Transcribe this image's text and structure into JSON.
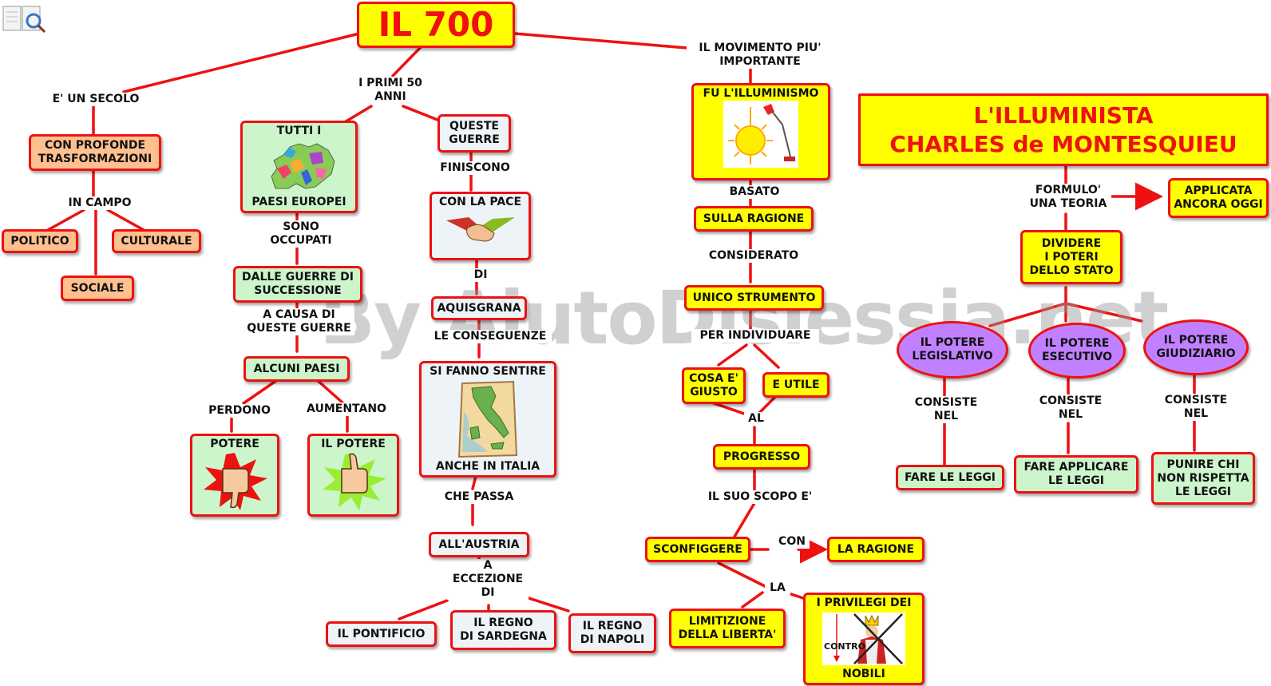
{
  "title": "IL 700",
  "watermark": "By AiutoDislessia.net",
  "links": {
    "secolo": "E' UN SECOLO",
    "primi50": "I PRIMI 50\nANNI",
    "movimento": "IL MOVIMENTO PIU'\nIMPORTANTE",
    "in_campo": "IN CAMPO",
    "sono_occupati": "SONO\nOCCUPATI",
    "a_causa": "A CAUSA DI\nQUESTE GUERRE",
    "perdono": "PERDONO",
    "aumentano": "AUMENTANO",
    "finiscono": "FINISCONO",
    "di": "DI",
    "conseguenze": "LE CONSEGUENZE",
    "che_passa": "CHE PASSA",
    "eccezione": "A\nECCEZIONE\nDI",
    "basato": "BASATO",
    "considerato": "CONSIDERATO",
    "individuare": "PER INDIVIDUARE",
    "al": "AL",
    "scopo": "IL SUO SCOPO E'",
    "con": "CON",
    "la": "LA",
    "formulo": "FORMULO'\nUNA TEORIA",
    "consiste1": "CONSISTE\nNEL",
    "consiste2": "CONSISTE\nNEL",
    "consiste3": "CONSISTE\nNEL"
  },
  "nodes": {
    "profonde": "CON PROFONDE\nTRASFORMAZIONI",
    "politico": "POLITICO",
    "culturale": "CULTURALE",
    "sociale": "SOCIALE",
    "tutti": "TUTTI I",
    "paesi_europei": "PAESI EUROPEI",
    "guerre_successione": "DALLE GUERRE DI\nSUCCESSIONE",
    "alcuni_paesi": "ALCUNI PAESI",
    "potere": "POTERE",
    "il_potere": "IL POTERE",
    "queste_guerre": "QUESTE\nGUERRE",
    "pace": "CON LA PACE",
    "aquisgrana": "AQUISGRANA",
    "si_fanno": "SI FANNO SENTIRE",
    "anche_italia": "ANCHE IN ITALIA",
    "austria": "ALL'AUSTRIA",
    "pontificio": "IL PONTIFICIO",
    "sardegna": "IL REGNO\nDI SARDEGNA",
    "napoli": "IL REGNO\nDI NAPOLI",
    "illuminismo": "FU L'ILLUMINISMO",
    "ragione": "SULLA RAGIONE",
    "strumento": "UNICO STRUMENTO",
    "giusto": "COSA E'\nGIUSTO",
    "utile": "E UTILE",
    "progresso": "PROGRESSO",
    "sconfiggere": "SCONFIGGERE",
    "la_ragione": "LA RAGIONE",
    "limitazione": "LIMITIZIONE\nDELLA LIBERTA'",
    "privilegi": "I PRIVILEGI DEI",
    "contro": "CONTRO",
    "nobili": "NOBILI",
    "montesquieu": "L'ILLUMINISTA\nCHARLES de MONTESQUIEU",
    "applicata": "APPLICATA\nANCORA OGGI",
    "dividere": "DIVIDERE\nI POTERI\nDELLO STATO",
    "legislativo": "IL POTERE\nLEGISLATIVO",
    "esecutivo": "IL POTERE\nESECUTIVO",
    "giudiziario": "IL POTERE\nGIUDIZIARIO",
    "leggi": "FARE LE LEGGI",
    "applicare": "FARE APPLICARE\nLE LEGGI",
    "punire": "PUNIRE CHI\nNON RISPETTA\nLE LEGGI"
  },
  "colors": {
    "line": "#ee1111",
    "yellow": "#ffff00",
    "orange": "#ffc090",
    "green": "#ccf5cc",
    "purple": "#c080ff"
  }
}
